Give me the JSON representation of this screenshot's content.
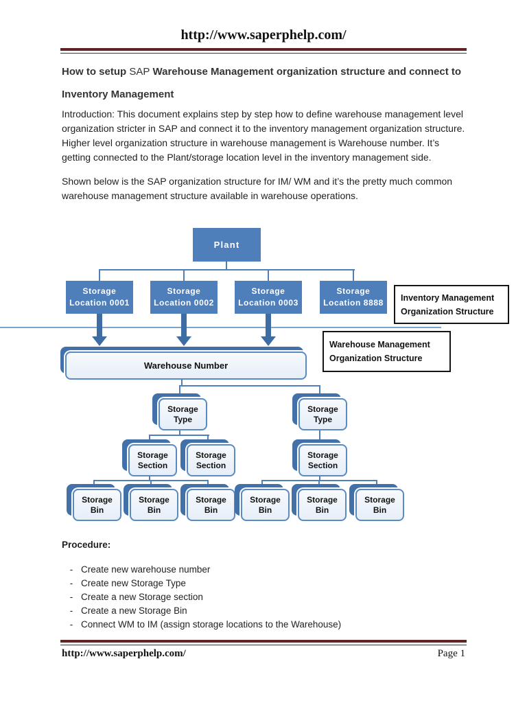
{
  "header": {
    "url": "http://www.saperphelp.com/"
  },
  "title": {
    "part1": "How to setup ",
    "part2": "SAP",
    "part3": " Warehouse Management organization structure and connect to Inventory Management"
  },
  "paragraphs": {
    "intro": "Introduction: This document explains step by step how to define warehouse management level organization stricter in SAP and connect it to the inventory management organization structure. Higher level organization structure in warehouse management is Warehouse number. It’s getting connected to the Plant/storage location level in the inventory management side.",
    "shown_below": "Shown below is the SAP organization structure for IM/ WM and it’s the pretty much common warehouse management structure available in warehouse operations."
  },
  "diagram": {
    "plant": "Plant",
    "storage_locations": [
      {
        "line1": "Storage",
        "line2": "Location 0001"
      },
      {
        "line1": "Storage",
        "line2": "Location 0002"
      },
      {
        "line1": "Storage",
        "line2": "Location 0003"
      },
      {
        "line1": "Storage",
        "line2": "Location 8888"
      }
    ],
    "im_label": {
      "line1": "Inventory Management",
      "line2": "Organization Structure"
    },
    "wm_label": {
      "line1": "Warehouse Management",
      "line2": "Organization Structure"
    },
    "warehouse_number": "Warehouse Number",
    "storage_type": {
      "line1": "Storage",
      "line2": "Type"
    },
    "storage_section": {
      "line1": "Storage",
      "line2": "Section"
    },
    "storage_bin": {
      "line1": "Storage",
      "line2": "Bin"
    },
    "colors": {
      "solid_box_blue": "#4e7fba",
      "stack_back_blue": "#4171a8",
      "stack_front_fill": "#eef3fa",
      "stack_front_border": "#5b89c2",
      "connector_blue": "#4e7fba",
      "divider_blue": "#7aa4d0",
      "arrow_blue": "#3e6da3",
      "rule_maroon": "#622423"
    }
  },
  "procedure": {
    "heading": "Procedure:",
    "bullet": "-",
    "items": [
      "Create new warehouse number",
      "Create new Storage Type",
      "Create a new Storage section",
      "Create a new Storage Bin",
      "Connect WM to IM (assign storage locations to the Warehouse)"
    ]
  },
  "footer": {
    "url": "http://www.saperphelp.com/",
    "page_label": "Page 1"
  }
}
